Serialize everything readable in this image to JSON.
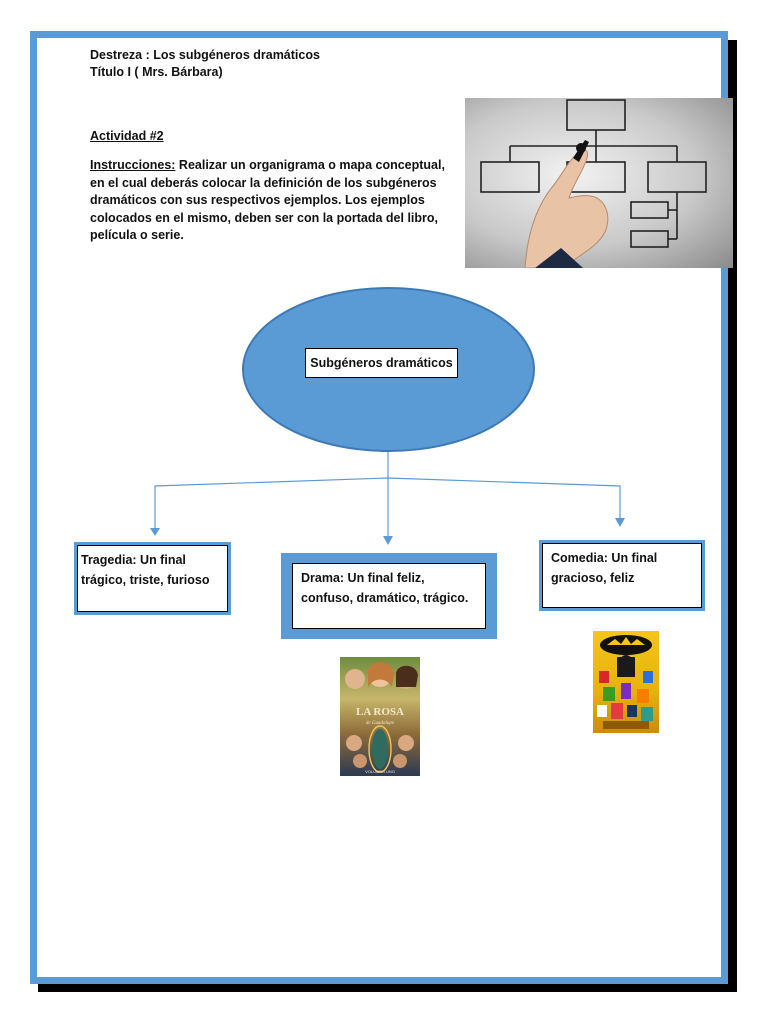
{
  "header": {
    "skill": "Destreza : Los subgéneros dramáticos",
    "title": "Título I ( Mrs. Bárbara)"
  },
  "activity": {
    "label": "Actividad #2",
    "instructions_label": "Instrucciones:",
    "instructions_text": " Realizar un organigrama o mapa conceptual, en el cual deberás colocar la definición de los subgéneros dramáticos con sus respectivos ejemplos. Los ejemplos colocados en el mismo, deben ser con la portada del libro, película o serie."
  },
  "diagram": {
    "root": "Subgéneros dramáticos",
    "nodes": [
      {
        "label": "Tragedia:",
        "text": " Un final trágico, triste, furioso"
      },
      {
        "label": "Drama:",
        "text": " Un final feliz, confuso, dramático, trágico."
      },
      {
        "label": "Comedia:",
        "text": " Un final gracioso, feliz"
      }
    ]
  },
  "posters": {
    "drama_title": "LA ROSA",
    "drama_subtitle": "de Guadalupe",
    "drama_footer": "VOLUMEN UNO"
  },
  "colors": {
    "border": "#5b9bd5",
    "ellipse": "#5b9bd5",
    "connector": "#5b9bd5"
  }
}
